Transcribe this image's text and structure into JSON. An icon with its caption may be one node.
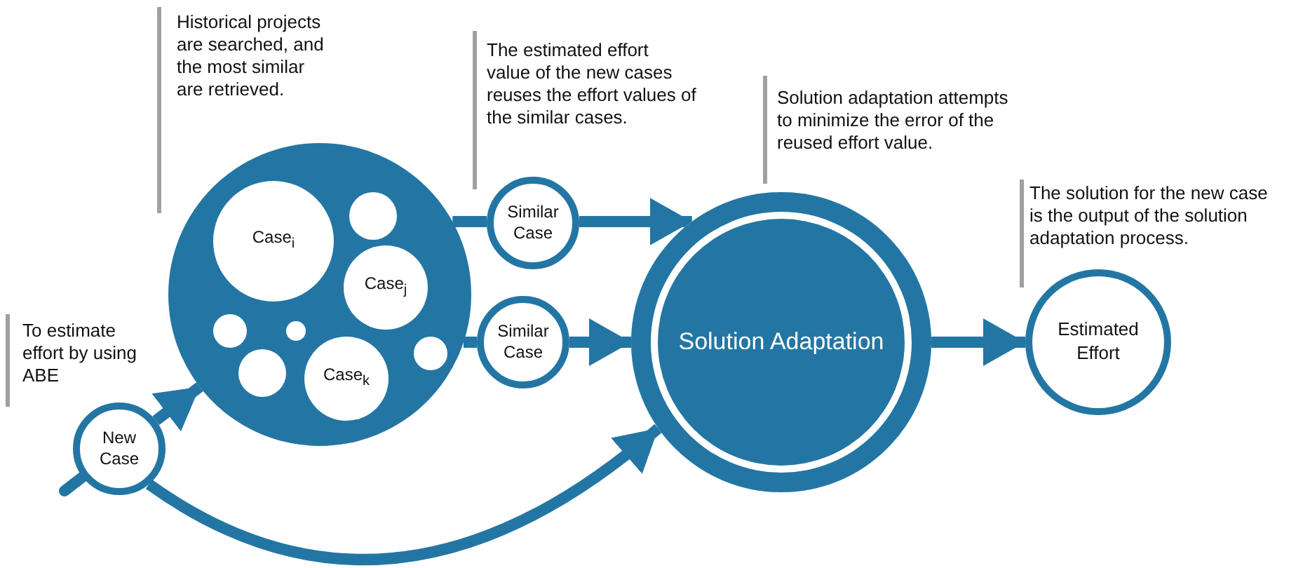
{
  "diagram": {
    "nodes": [
      {
        "text": [],
        "shape": "circle"
      },
      {
        "text": [
          "Case$_{i}$"
        ],
        "in": 0
      },
      {
        "text": [],
        "shape": "circle",
        "in": 0
      },
      {
        "text": [
          "Case$_{j}$"
        ],
        "in": 0
      },
      {
        "text": [],
        "shape": "circle",
        "in": 0
      },
      {
        "text": [],
        "shape": "circle",
        "in": 0
      },
      {
        "text": [],
        "shape": "circle",
        "in": 0
      },
      {
        "text": [
          "Case$_{k}$"
        ],
        "in": 0
      },
      {
        "text": [],
        "shape": "circle",
        "in": 0
      },
      {
        "text": [
          "New Case"
        ]
      },
      {
        "text": [
          "Similar Case"
        ]
      },
      {
        "text": [
          "Similar Case"
        ]
      },
      {
        "text": [
          "Solution Adaptation"
        ]
      },
      {
        "text": [
          "Estimated Effort"
        ]
      }
    ],
    "edges": [
      {
        "from": null,
        "to": 9,
        "arrow": "none"
      },
      {
        "from": 9,
        "to": 0,
        "arrow": "to"
      },
      {
        "from": 0,
        "to": 10,
        "arrow": "none"
      },
      {
        "from": 10,
        "to": 12,
        "arrow": "to"
      },
      {
        "from": 0,
        "to": 11,
        "arrow": "none"
      },
      {
        "from": 11,
        "to": 12,
        "arrow": "to"
      },
      {
        "from": 9,
        "to": 12,
        "arrow": "to"
      },
      {
        "from": 12,
        "to": 13,
        "arrow": "to"
      }
    ],
    "labels": [
      "Historical projects are searched, and the most similar are retrieved.",
      "The estimated effort value of the new cases reuses the effort values of the similar cases.",
      "Solution adaptation attempts to minimize the error of the reused effort value.",
      "The solution for the new case is the output of the solution adaptation process.",
      "To estimate effort by using ABE"
    ]
  }
}
